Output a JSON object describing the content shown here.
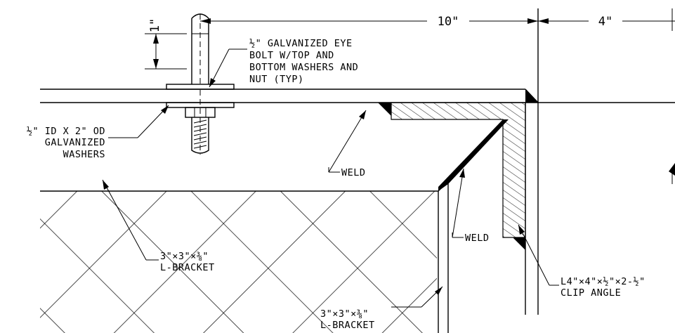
{
  "dimensions": {
    "bolt_height": "1\"",
    "span_main": "10\"",
    "span_side": "4\""
  },
  "labels": {
    "eye_bolt": [
      "½\" GALVANIZED EYE",
      "BOLT W/TOP AND",
      "BOTTOM WASHERS AND",
      "NUT (TYP)"
    ],
    "washers": [
      "½\" ID X 2\" OD",
      "GALVANIZED",
      "WASHERS"
    ],
    "weld_top": "WELD",
    "weld_side": "WELD",
    "bracket_left": [
      "3\"×3\"×⅜\"",
      "L-BRACKET"
    ],
    "bracket_bottom": [
      "3\"×3\"×⅜\"",
      "L-BRACKET"
    ],
    "clip_angle": [
      "L4\"×4\"×½\"×2-½\"",
      "CLIP ANGLE"
    ]
  }
}
